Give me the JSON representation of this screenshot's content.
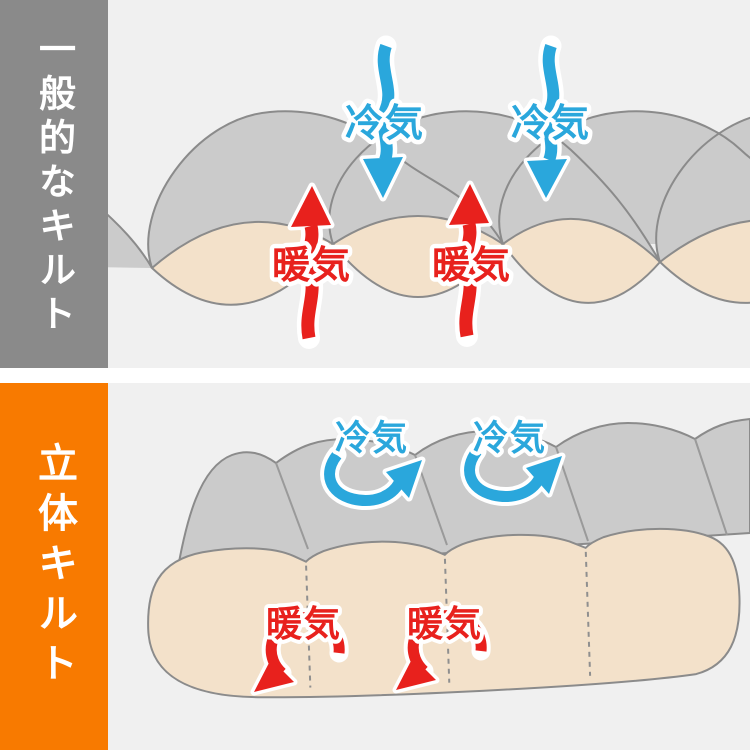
{
  "sections": {
    "top": {
      "title": "一般的なキルト",
      "cold_air_label": "冷気",
      "warm_air_label": "暖気",
      "meaning": "cold air passes in through quilt seams, warm air escapes out"
    },
    "bottom": {
      "title": "立体キルト",
      "cold_air_label": "冷気",
      "warm_air_label": "暖気",
      "meaning": "cold air bounces off, warm air stays inside baffle-box quilt"
    }
  },
  "colors": {
    "accent_orange": "#f87a00",
    "sidebar_gray": "#8a8a8a",
    "cold_blue": "#2aa7dc",
    "warm_red": "#e8211d",
    "fabric_gray": "#cbcbcb",
    "stuffing_beige": "#f3e1ca",
    "outline_gray": "#8b8b8b",
    "panel_background": "#f0f0f0",
    "divider_white": "#ffffff"
  }
}
